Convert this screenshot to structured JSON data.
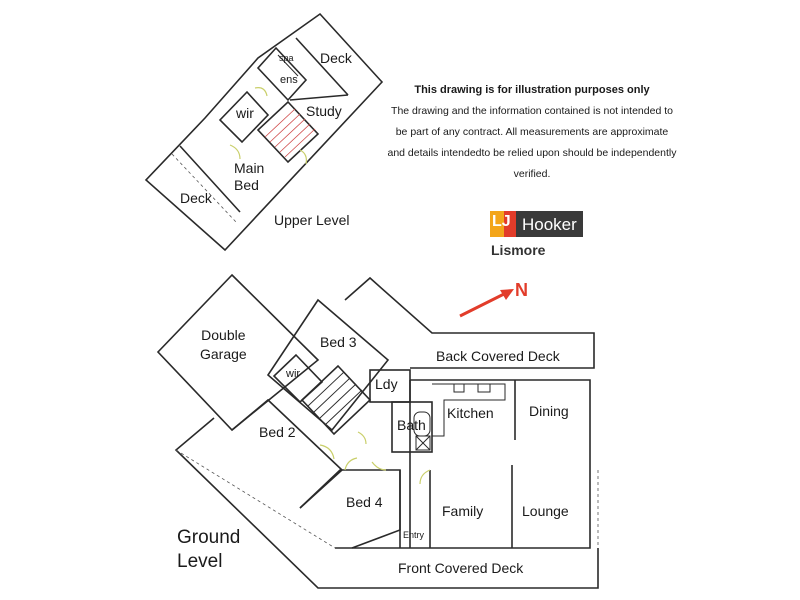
{
  "upper_level": {
    "title": "Upper Level",
    "rooms": {
      "deck_top": "Deck",
      "spa": "spa",
      "ens": "ens",
      "wir": "wir",
      "study": "Study",
      "main_bed": "Main\nBed",
      "deck_left": "Deck"
    }
  },
  "ground_level": {
    "title": "Ground\nLevel",
    "rooms": {
      "double_garage": "Double\nGarage",
      "bed3": "Bed 3",
      "back_covered_deck": "Back Covered Deck",
      "wir": "wir",
      "ldy": "Ldy",
      "kitchen": "Kitchen",
      "dining": "Dining",
      "bed2": "Bed 2",
      "bath": "Bath",
      "bed4": "Bed 4",
      "family": "Family",
      "lounge": "Lounge",
      "entry": "Entry",
      "front_covered_deck": "Front Covered Deck"
    }
  },
  "disclaimer": {
    "heading": "This drawing is for illustration purposes only",
    "line1": "The drawing and the information contained is not intended to",
    "line2": "be part of any contract.  All measurements are approximate",
    "line3": "and details intendedto be relied upon should be independently",
    "line4": "verified."
  },
  "agency": {
    "logo_mark": "LJ",
    "logo_name": "Hooker",
    "office": "Lismore"
  },
  "north_label": "N",
  "colors": {
    "wall": "#2a2a2a",
    "door_swing": "#c9cf6a",
    "north_arrow": "#e23c2a",
    "stair_accent": "#d04a4a",
    "logo_yellow": "#f3a51a",
    "logo_red": "#e23c2a",
    "logo_dark": "#3a3a3a"
  }
}
